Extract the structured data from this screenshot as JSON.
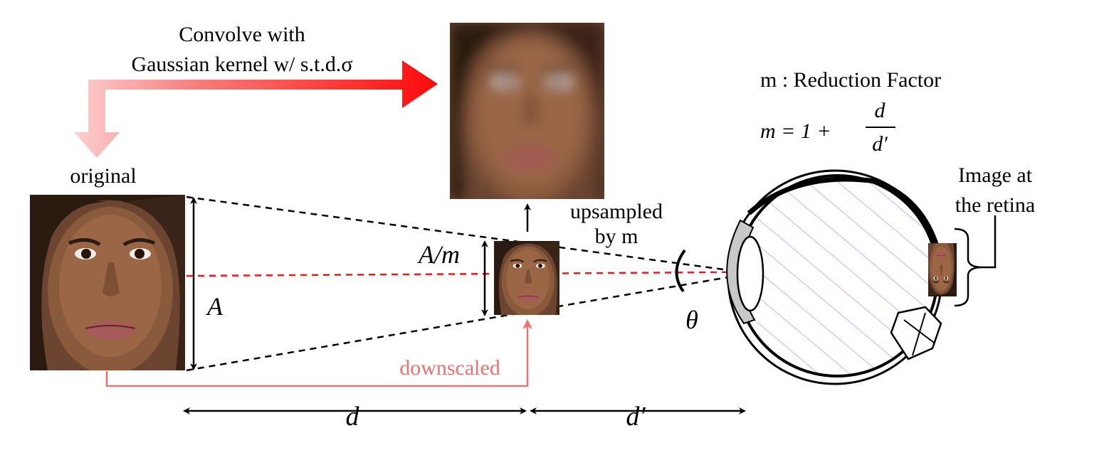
{
  "top_label": {
    "line1": "Convolve with",
    "line2": "Gaussian kernel  w/ s.t.d.σ"
  },
  "labels": {
    "original": "original",
    "upsampled_line1": "upsampled",
    "upsampled_line2": "by m",
    "downscaled": "downscaled",
    "retina_line1": "Image at",
    "retina_line2": "the retina",
    "size_original": "A",
    "size_reduced": "A/m",
    "angle": "θ",
    "distance_d": "d",
    "distance_d_prime": "d′"
  },
  "formula": {
    "definition": "m : Reduction Factor",
    "lhs": "m = 1 +",
    "numerator": "d",
    "denominator": "d′"
  },
  "colors": {
    "red_arrow": "#ff1010",
    "red_arrow_faint": "#f8c4c4",
    "downscale_line": "#f07070",
    "center_line": "#e02020",
    "lens": "#c8c8c8",
    "eye_hatch": "#c9b3dc",
    "skin": "#8a5a3c",
    "hair": "#2a1a10"
  }
}
